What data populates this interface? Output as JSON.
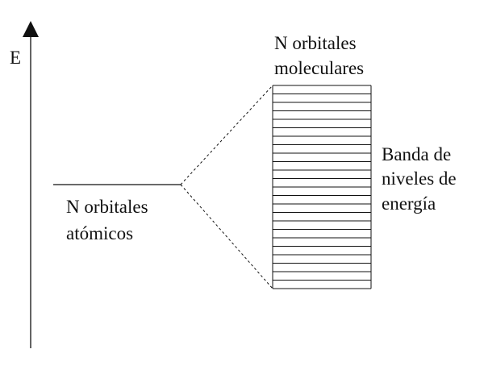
{
  "axis": {
    "label": "E"
  },
  "atomic": {
    "line1": "N orbitales",
    "line2": "atómicos"
  },
  "molecular": {
    "line1": "N orbitales",
    "line2": "moleculares",
    "level_count": 24
  },
  "band": {
    "line1": "Banda de",
    "line2": "niveles de",
    "line3": "energía"
  },
  "colors": {
    "ink": "#111111",
    "background": "#ffffff"
  }
}
